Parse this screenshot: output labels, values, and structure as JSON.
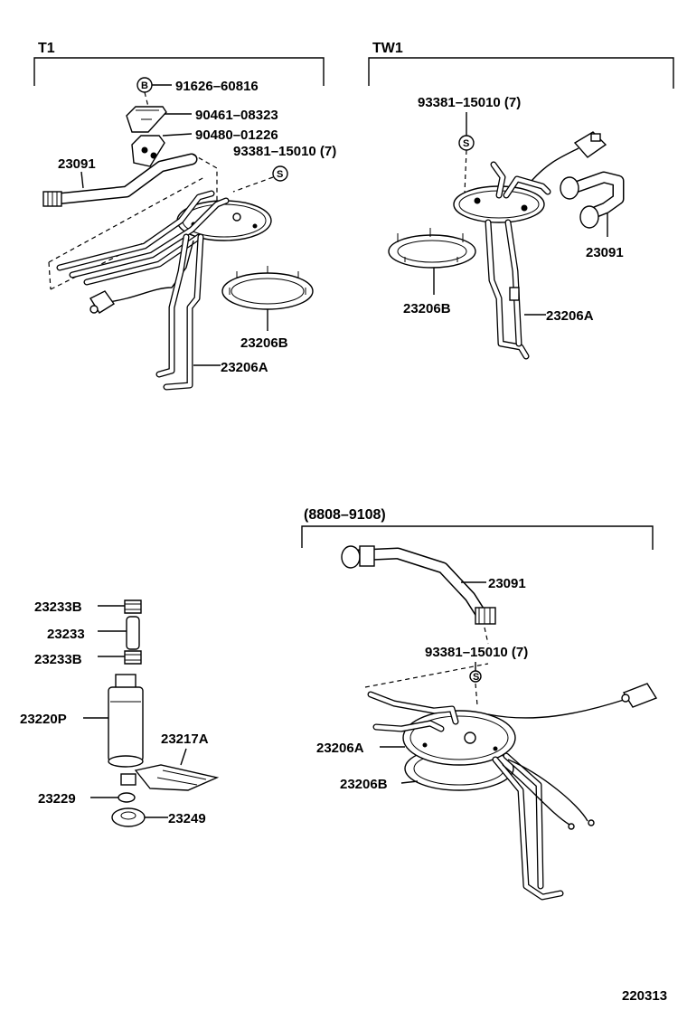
{
  "sections": {
    "t1": "T1",
    "tw1": "TW1",
    "range": "(8808–9108)"
  },
  "symbols": {
    "b": "B",
    "s": "S"
  },
  "parts": {
    "t1": {
      "bolt": "91626–60816",
      "clamp1": "90461–08323",
      "clamp2": "90480–01226",
      "screw": "93381–15010 (7)",
      "hose": "23091",
      "gasket": "23206B",
      "bracket": "23206A"
    },
    "tw1": {
      "screw": "93381–15010 (7)",
      "hose": "23091",
      "gasket": "23206B",
      "bracket": "23206A"
    },
    "pump": {
      "nut_top": "23233B",
      "tube": "23233",
      "nut_bottom": "23233B",
      "pump": "23220P",
      "filter": "23217A",
      "clip": "23229",
      "cushion": "23249"
    },
    "range": {
      "hose": "23091",
      "screw": "93381–15010 (7)",
      "bracket": "23206A",
      "gasket": "23206B"
    }
  },
  "figure_id": "220313"
}
